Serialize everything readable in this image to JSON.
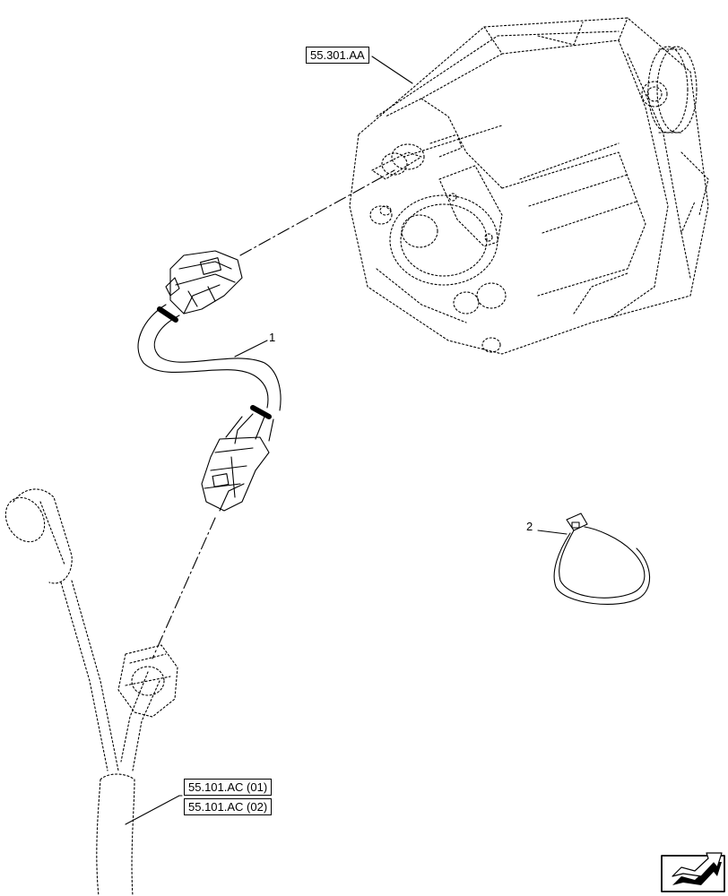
{
  "references": {
    "alternator_ref": "55.301.AA",
    "harness_ref_1": "55.101.AC (01)",
    "harness_ref_2": "55.101.AC (02)"
  },
  "callouts": {
    "item_1": "1",
    "item_2": "2"
  },
  "icons": {
    "corner": "next-page-arrow-icon"
  },
  "colors": {
    "line": "#000000",
    "background": "#ffffff"
  }
}
